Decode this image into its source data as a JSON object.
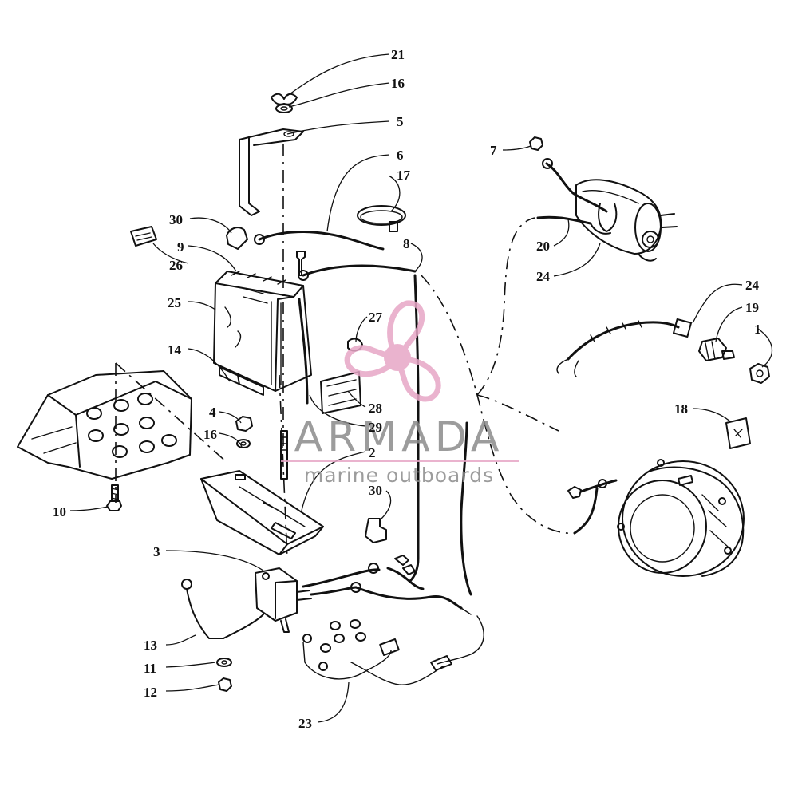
{
  "diagram": {
    "callouts": [
      {
        "id": "c21a",
        "text": "21"
      },
      {
        "id": "c16a",
        "text": "16"
      },
      {
        "id": "c5",
        "text": "5"
      },
      {
        "id": "c6",
        "text": "6"
      },
      {
        "id": "c17",
        "text": "17"
      },
      {
        "id": "c30a",
        "text": "30"
      },
      {
        "id": "c9",
        "text": "9"
      },
      {
        "id": "c26",
        "text": "26"
      },
      {
        "id": "c8",
        "text": "8"
      },
      {
        "id": "c25",
        "text": "25"
      },
      {
        "id": "c27",
        "text": "27"
      },
      {
        "id": "c14",
        "text": "14"
      },
      {
        "id": "c28",
        "text": "28"
      },
      {
        "id": "c29",
        "text": "29"
      },
      {
        "id": "c4",
        "text": "4"
      },
      {
        "id": "c16b",
        "text": "16"
      },
      {
        "id": "c2",
        "text": "2"
      },
      {
        "id": "c10",
        "text": "10"
      },
      {
        "id": "c30b",
        "text": "30"
      },
      {
        "id": "c3",
        "text": "3"
      },
      {
        "id": "c13",
        "text": "13"
      },
      {
        "id": "c11",
        "text": "11"
      },
      {
        "id": "c12",
        "text": "12"
      },
      {
        "id": "c23",
        "text": "23"
      },
      {
        "id": "c7",
        "text": "7"
      },
      {
        "id": "c20",
        "text": "20"
      },
      {
        "id": "c24a",
        "text": "24"
      },
      {
        "id": "c24b",
        "text": "24"
      },
      {
        "id": "c19",
        "text": "19"
      },
      {
        "id": "c1",
        "text": "1"
      },
      {
        "id": "c18",
        "text": "18"
      }
    ]
  },
  "watermark": {
    "title": "ARMADA",
    "subtitle": "marine outboards",
    "logo": "propeller-logo",
    "color": "#e7a6c6",
    "text_color": "#8b8b8b"
  }
}
